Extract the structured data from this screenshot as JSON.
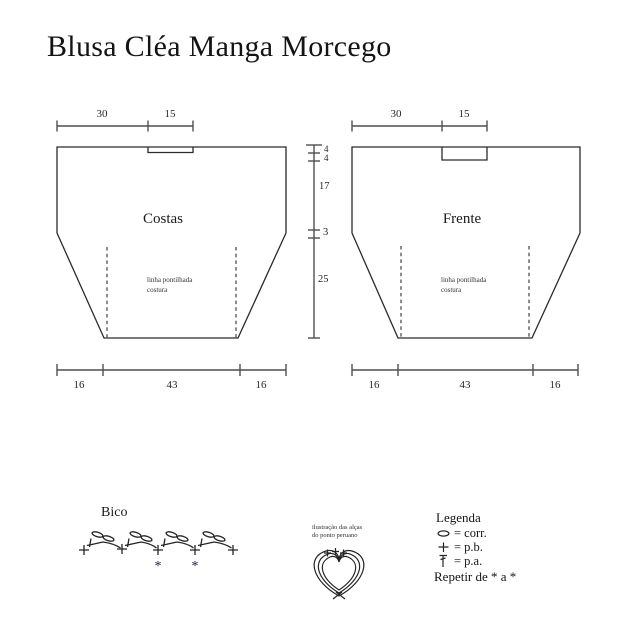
{
  "title": "Blusa Cléa Manga Morcego",
  "colors": {
    "ink": "#2b2b2b",
    "measure": "#4f4f4f",
    "dash": "#8c8c8c",
    "background": "#ffffff"
  },
  "diagrams": {
    "costas": {
      "label": "Costas",
      "top_measures": [
        "30",
        "15"
      ],
      "bottom_measures": [
        "16",
        "43",
        "16"
      ],
      "note": [
        "linha pontilhada",
        "costura"
      ]
    },
    "frente": {
      "label": "Frente",
      "top_measures": [
        "30",
        "15"
      ],
      "bottom_measures": [
        "16",
        "43",
        "16"
      ],
      "note": [
        "linha pontilhada",
        "costura"
      ]
    },
    "side_measures": [
      "4",
      "4",
      "17",
      "3",
      "25"
    ]
  },
  "bico": {
    "label": "Bico",
    "repeat_marks": [
      "*",
      "*"
    ]
  },
  "peruano": {
    "caption": [
      "ilustração das alças",
      "do ponto peruano"
    ]
  },
  "legend": {
    "title": "Legenda",
    "items": [
      {
        "symbol": "chain-oval-icon",
        "label": "= corr."
      },
      {
        "symbol": "single-crochet-plus-icon",
        "label": "= p.b."
      },
      {
        "symbol": "double-crochet-bar-icon",
        "label": "= p.a."
      }
    ],
    "footer": "Repetir de * a *"
  }
}
